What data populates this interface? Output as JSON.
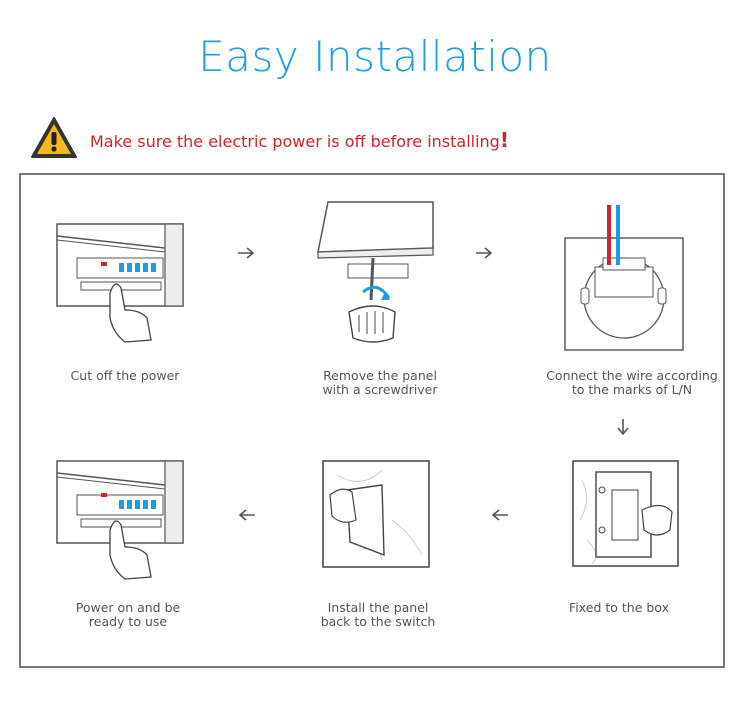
{
  "title": "Easy Installation",
  "warning": {
    "icon": "warning-triangle-icon",
    "text": "Make sure the electric power is off before installing",
    "mark": "!",
    "color": "#d2232a"
  },
  "accent_color": "#1aa0e0",
  "steps": [
    {
      "icon": "breaker-hand-off-icon",
      "line1": "Cut off the power",
      "line2": ""
    },
    {
      "icon": "panel-screwdriver-icon",
      "line1": "Remove the panel",
      "line2": "with a screwdriver"
    },
    {
      "icon": "wiring-back-icon",
      "line1": "Connect the wire according",
      "line2": "to the marks of L/N"
    },
    {
      "icon": "box-mount-icon",
      "line1": "Fixed to the box",
      "line2": ""
    },
    {
      "icon": "panel-install-icon",
      "line1": "Install the panel",
      "line2": "back to the switch"
    },
    {
      "icon": "breaker-hand-on-icon",
      "line1": "Power on and be",
      "line2": "ready to use"
    }
  ]
}
